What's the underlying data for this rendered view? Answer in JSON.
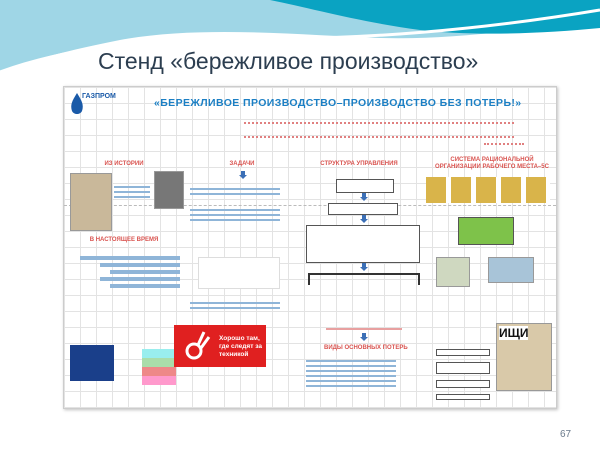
{
  "slide": {
    "title": "Стенд «бережливое производство»",
    "page_number": "67",
    "colors": {
      "wave_dark": "#0aa3c2",
      "wave_light": "#9fd6e6",
      "title": "#2c3e50"
    }
  },
  "poster": {
    "logo": "ГАЗПРОМ",
    "title": "«БЕРЕЖЛИВОЕ ПРОИЗВОДСТВО–ПРОИЗВОДСТВО БЕЗ ПОТЕРЬ!»",
    "sections": {
      "history": "ИЗ ИСТОРИИ",
      "present": "В НАСТОЯЩЕЕ ВРЕМЯ",
      "tasks": "ЗАДАЧИ",
      "structure": "СТРУКТУРА УПРАВЛЕНИЯ",
      "system": "СИСТЕМА РАЦИОНАЛЬНОЙ ОРГАНИЗАЦИИ РАБОЧЕГО МЕСТА–5С",
      "losses": "ВИДЫ ОСНОВНЫХ ПОТЕРЬ"
    },
    "banner": "Хорошо там, где следят за техникой",
    "poster_word": "ИЩИ",
    "colors": {
      "title": "#1b7fc4",
      "heading": "#d9534f",
      "accent": "#3b6fb6"
    }
  }
}
